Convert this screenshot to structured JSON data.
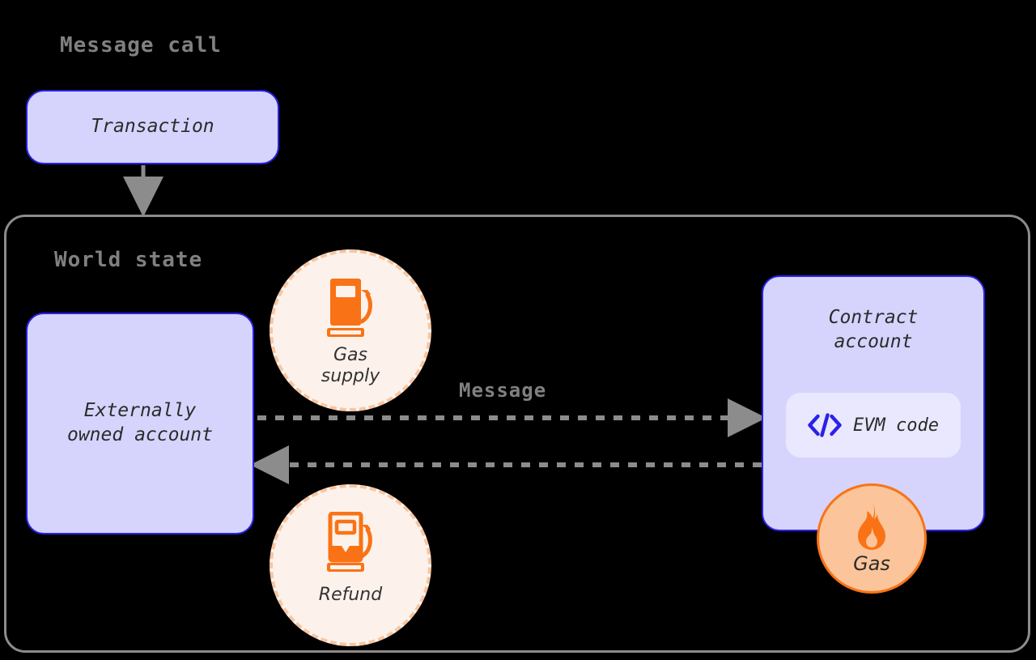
{
  "diagram": {
    "title": "Message call",
    "background_color": "#000000",
    "accent_blue": "#2B21E8",
    "box_fill": "#D6D4FC",
    "accent_orange": "#F97316",
    "circle_fill": "#FCF2EB",
    "circle_dash_color": "#F8C5A0",
    "arrow_color": "#8C8C8C",
    "label_color": "#808080"
  },
  "headings": {
    "message_call": "Message call",
    "world_state": "World state"
  },
  "nodes": {
    "transaction": {
      "label": "Transaction"
    },
    "eoa": {
      "label": "Externally\nowned account"
    },
    "contract": {
      "label": "Contract\naccount"
    },
    "evm_code": {
      "label": "EVM code",
      "icon": "code-icon"
    },
    "gas_supply": {
      "label": "Gas\nsupply",
      "icon": "gas-pump-full-icon"
    },
    "refund": {
      "label": "Refund",
      "icon": "gas-pump-empty-icon"
    },
    "gas": {
      "label": "Gas",
      "icon": "flame-icon"
    }
  },
  "edges": {
    "transaction_to_world_state": {
      "label": "",
      "style": "solid-arrow"
    },
    "message": {
      "label": "Message",
      "style": "dashed-arrow",
      "direction": "eoa-to-contract"
    },
    "return": {
      "label": "",
      "style": "dashed-arrow",
      "direction": "contract-to-eoa"
    }
  }
}
